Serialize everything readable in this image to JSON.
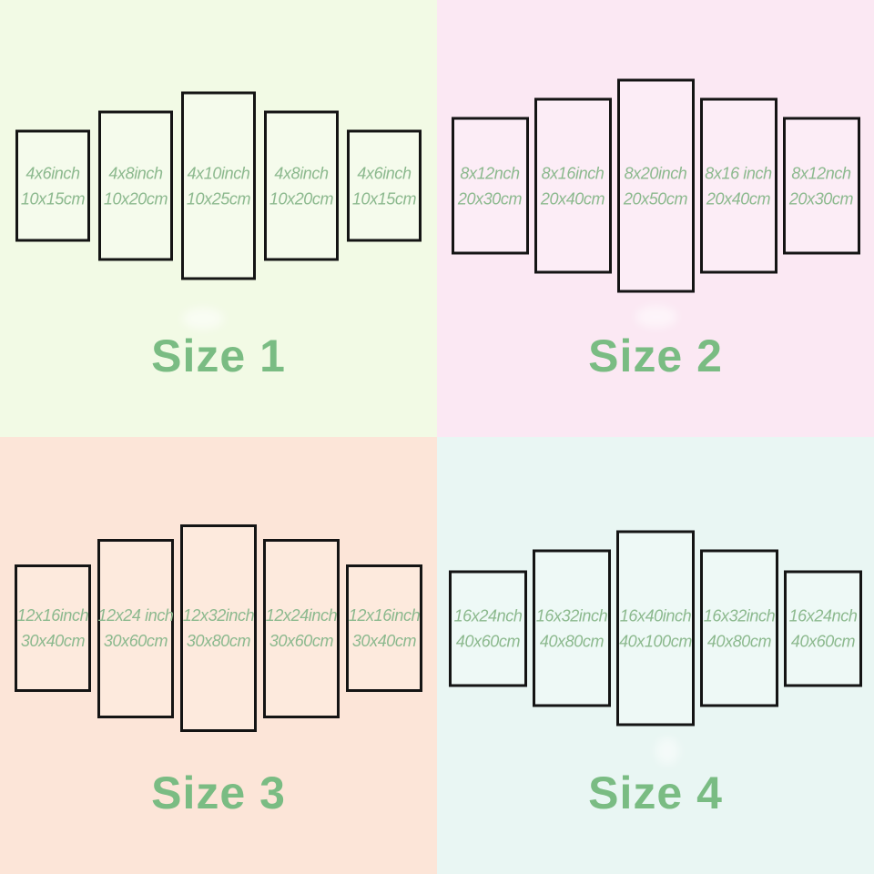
{
  "colors": {
    "panel_border": "#141414",
    "panel_text": "#8cb98e",
    "label_text": "#7abc83"
  },
  "quadrants": [
    {
      "label": "Size 1",
      "bg_color": "#f2fae5",
      "panel_color": "#f5fbec",
      "panels": [
        {
          "inch": "4x6inch",
          "cm": "10x15cm"
        },
        {
          "inch": "4x8inch",
          "cm": "10x20cm"
        },
        {
          "inch": "4x10inch",
          "cm": "10x25cm"
        },
        {
          "inch": "4x8inch",
          "cm": "10x20cm"
        },
        {
          "inch": "4x6inch",
          "cm": "10x15cm"
        }
      ]
    },
    {
      "label": "Size 2",
      "bg_color": "#fbe8f3",
      "panel_color": "#fcedf6",
      "panels": [
        {
          "inch": "8x12nch",
          "cm": "20x30cm"
        },
        {
          "inch": "8x16inch",
          "cm": "20x40cm"
        },
        {
          "inch": "8x20inch",
          "cm": "20x50cm"
        },
        {
          "inch": "8x16 inch",
          "cm": "20x40cm"
        },
        {
          "inch": "8x12nch",
          "cm": "20x30cm"
        }
      ]
    },
    {
      "label": "Size 3",
      "bg_color": "#fce5d8",
      "panel_color": "#fdeadd",
      "panels": [
        {
          "inch": "12x16inch",
          "cm": "30x40cm"
        },
        {
          "inch": "12x24 inch",
          "cm": "30x60cm"
        },
        {
          "inch": "12x32inch",
          "cm": "30x80cm"
        },
        {
          "inch": "12x24inch",
          "cm": "30x60cm"
        },
        {
          "inch": "12x16inch",
          "cm": "30x40cm"
        }
      ]
    },
    {
      "label": "Size 4",
      "bg_color": "#e9f6f3",
      "panel_color": "#eef9f6",
      "panels": [
        {
          "inch": "16x24nch",
          "cm": "40x60cm"
        },
        {
          "inch": "16x32inch",
          "cm": "40x80cm"
        },
        {
          "inch": "16x40inch",
          "cm": "40x100cm"
        },
        {
          "inch": "16x32inch",
          "cm": "40x80cm"
        },
        {
          "inch": "16x24nch",
          "cm": "40x60cm"
        }
      ]
    }
  ]
}
